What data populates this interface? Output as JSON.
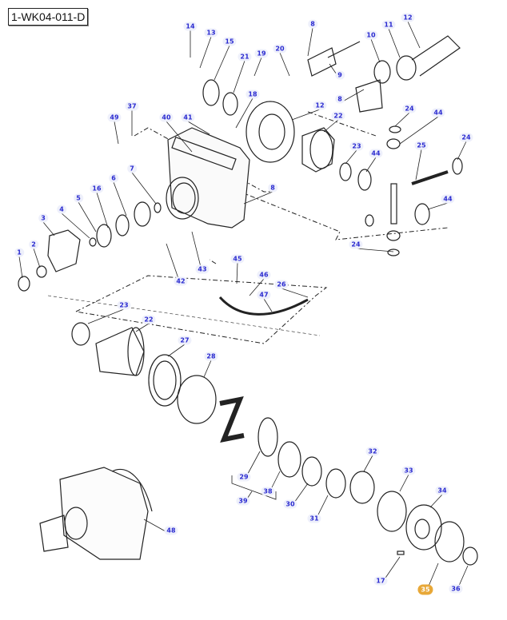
{
  "diagram_id": "1-WK04-011-D",
  "highlight_color": "#e8a838",
  "label_color": "#2a2ad0",
  "callouts": [
    "14",
    "13",
    "15",
    "21",
    "19",
    "20",
    "18",
    "8",
    "9",
    "8",
    "10",
    "11",
    "12",
    "12",
    "22",
    "23",
    "24",
    "44",
    "24",
    "25",
    "44",
    "44",
    "24",
    "37",
    "49",
    "40",
    "41",
    "8",
    "7",
    "6",
    "16",
    "5",
    "4",
    "3",
    "2",
    "1",
    "42",
    "43",
    "45",
    "46",
    "26",
    "47",
    "23",
    "22",
    "27",
    "28",
    "29",
    "38",
    "39",
    "30",
    "31",
    "32",
    "33",
    "34",
    "17",
    "35",
    "36",
    "48"
  ],
  "highlighted_callout": "35"
}
